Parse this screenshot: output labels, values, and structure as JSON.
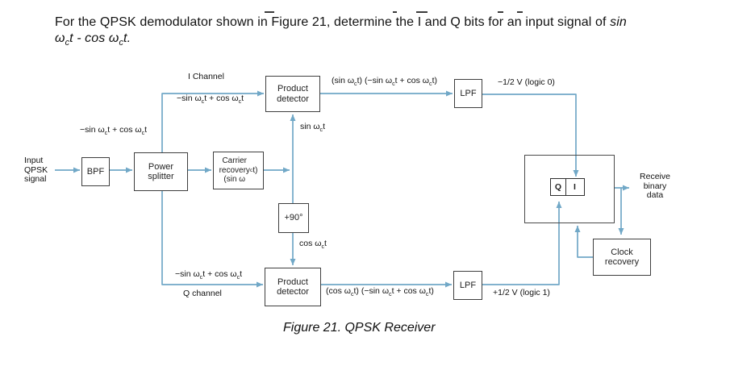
{
  "question": {
    "line1_normal": "For the QPSK demodulator shown in Figure 21, determine the I and Q bits for an input signal of ",
    "line1_italic": "sin",
    "line2_italic": "ω~c~t - cos ω~c~t."
  },
  "colors": {
    "wire_blue": "#71a8c7",
    "box_border": "#3e3e3e",
    "text": "#111111"
  },
  "diagram": {
    "boxes": {
      "bpf": "BPF",
      "power_splitter": "Power\nsplitter",
      "carrier_recovery": "Carrier\nrecovery\n(sin ω~c~t)",
      "product_detector_top": "Product\ndetector",
      "phase_shift": "+90°",
      "product_detector_bottom": "Product\ndetector",
      "lpf_top": "LPF",
      "lpf_bottom": "LPF",
      "register_q": "Q",
      "register_i": "I",
      "clock_recovery": "Clock\nrecovery"
    },
    "labels": {
      "input_signal": "Input\nQPSK\nsignal",
      "i_channel": "I Channel",
      "i_signal": "−sin ω~c~t + cos ω~c~t",
      "splitter_signal": "−sin ω~c~t + cos ω~c~t",
      "sin_carrier": "sin ω~c~t",
      "cos_carrier": "cos ω~c~t",
      "pd_top_output": "(sin ω~c~t) (−sin ω~c~t + cos ω~c~t)",
      "logic0": "−1/2 V (logic 0)",
      "q_signal": "−sin ω~c~t + cos ω~c~t",
      "q_channel": "Q channel",
      "pd_bottom_output": "(cos ω~c~t) (−sin ω~c~t + cos ω~c~t)",
      "logic1": "+1/2 V (logic 1)",
      "receive_data": "Receive\nbinary\ndata"
    }
  },
  "caption": "Figure 21. QPSK Receiver"
}
